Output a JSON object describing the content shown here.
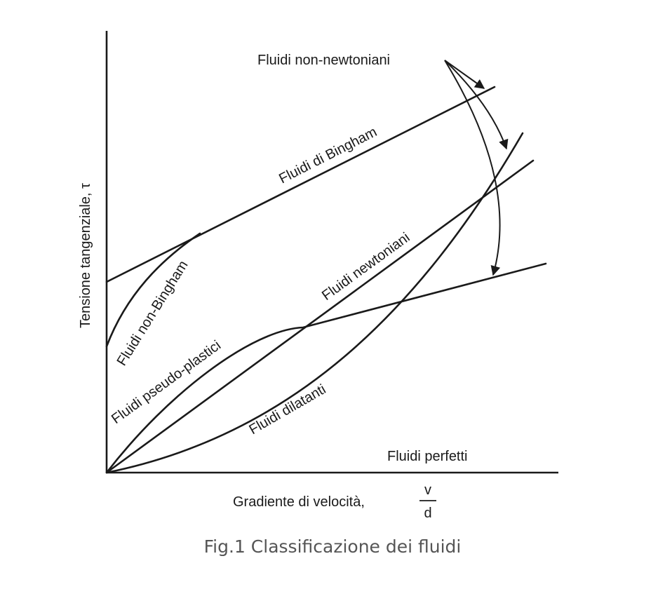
{
  "axes": {
    "y_label": "Tensione tangenziale, τ",
    "x_label": "Gradiente di velocità,",
    "x_fraction_num": "v",
    "x_fraction_den": "d"
  },
  "curves": {
    "bingham": "Fluidi di Bingham",
    "non_bingham": "Fluidi non-Bingham",
    "newtonian": "Fluidi newtoniani",
    "pseudo_plastic": "Fluidi pseudo-plastici",
    "dilatant": "Fluidi dilatanti",
    "perfect": "Fluidi perfetti"
  },
  "annotation": {
    "non_newtonian": "Fluidi non-newtoniani"
  },
  "caption": "Fig.1 Classificazione dei fluidi"
}
